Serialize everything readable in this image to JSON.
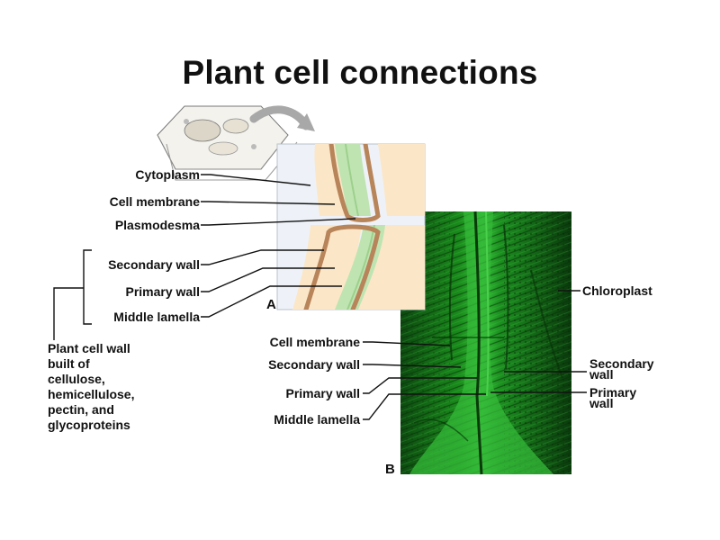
{
  "title": "Plant cell connections",
  "panel_a": {
    "letter": "A",
    "labels": [
      "Cytoplasm",
      "Cell membrane",
      "Plasmodesma",
      "Secondary wall",
      "Primary wall",
      "Middle lamella"
    ]
  },
  "panel_b": {
    "letter": "B",
    "left_labels": [
      "Cell membrane",
      "Secondary wall",
      "Primary wall",
      "Middle lamella"
    ],
    "right_labels": {
      "chloroplast": "Chloroplast",
      "secondary_wall": [
        "Secondary",
        "wall"
      ],
      "primary_wall": [
        "Primary",
        "wall"
      ]
    }
  },
  "wall_description": [
    "Plant cell wall",
    "built of",
    "cellulose,",
    "hemicellulose,",
    "pectin, and",
    "glycoproteins"
  ],
  "colors": {
    "micrograph_green": "#1f9a1f",
    "micrograph_dark": "#0c3a0c",
    "wall_brown": "#b8845a",
    "cytoplasm_cream": "#fbe7c8",
    "membrane_green": "#a6d79a"
  }
}
